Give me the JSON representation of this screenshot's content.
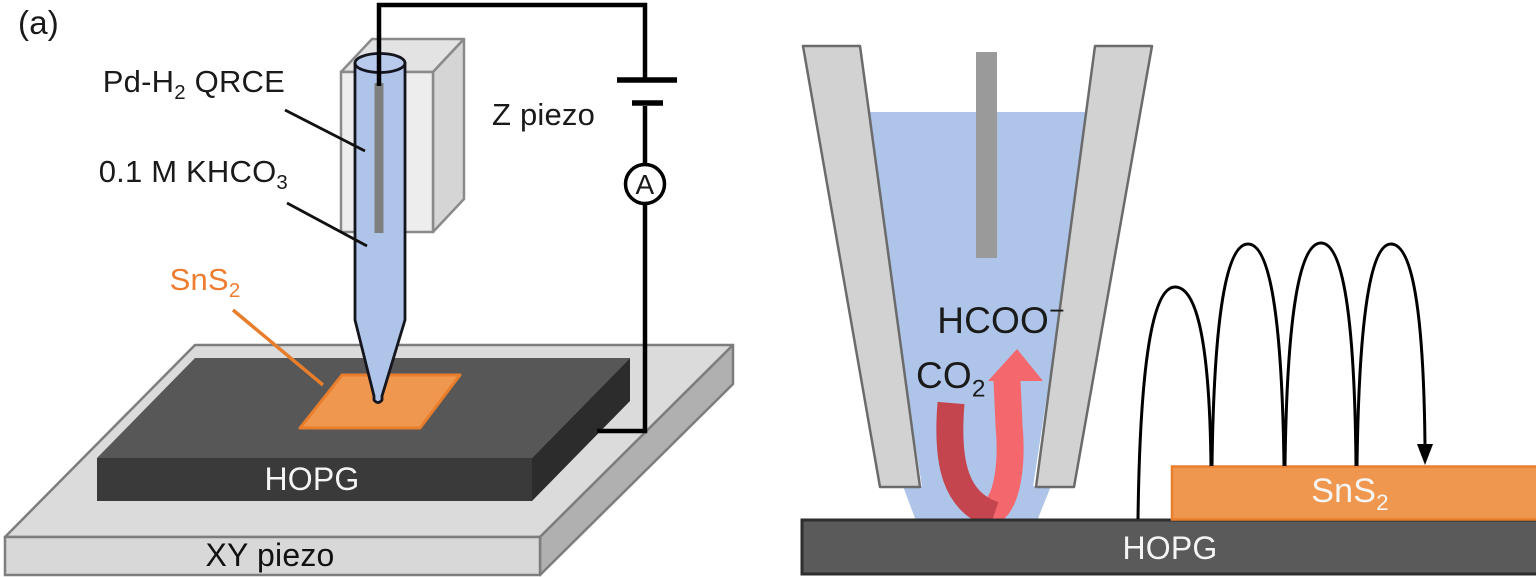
{
  "figure": {
    "panel_tag": "(a)",
    "left_panel": {
      "labels": {
        "pd_qrce": {
          "pre": "Pd-H",
          "sub": "2",
          "post": " QRCE"
        },
        "electrolyte": {
          "pre": "0.1 M KHCO",
          "sub": "3"
        },
        "sample": {
          "pre": "SnS",
          "sub": "2"
        },
        "z_piezo": "Z piezo",
        "substrate": "HOPG",
        "xy_piezo": "XY piezo",
        "ammeter": "A"
      }
    },
    "right_panel": {
      "labels": {
        "product": {
          "pre": "HCOO",
          "sup": "−"
        },
        "reactant": {
          "pre": "CO",
          "sub": "2"
        },
        "sample": {
          "pre": "SnS",
          "sub": "2"
        },
        "substrate": "HOPG"
      }
    },
    "colors": {
      "electrolyte_blue": "#aec4e8",
      "electrolyte_blue_top": "#b9cbed",
      "sns2_orange": "#f0974f",
      "sns2_orange_stroke": "#e87e2c",
      "orange_label_text": "#ed7d31",
      "co2_arrow_dark_red": "#c4454d",
      "hcoo_arrow_light_red": "#f4686d",
      "hopg_top_gray": "#575757",
      "hopg_front_gray": "#3a3a3a",
      "hopg_side_gray": "#2c2c2c",
      "hopg_bar_gray": "#5a5a5a",
      "xy_piezo_gray": "#dbdbdb",
      "wall_gray": "#d2d2d2",
      "electrode_gray": "#8c8c8c",
      "wire_black": "#000000"
    }
  }
}
